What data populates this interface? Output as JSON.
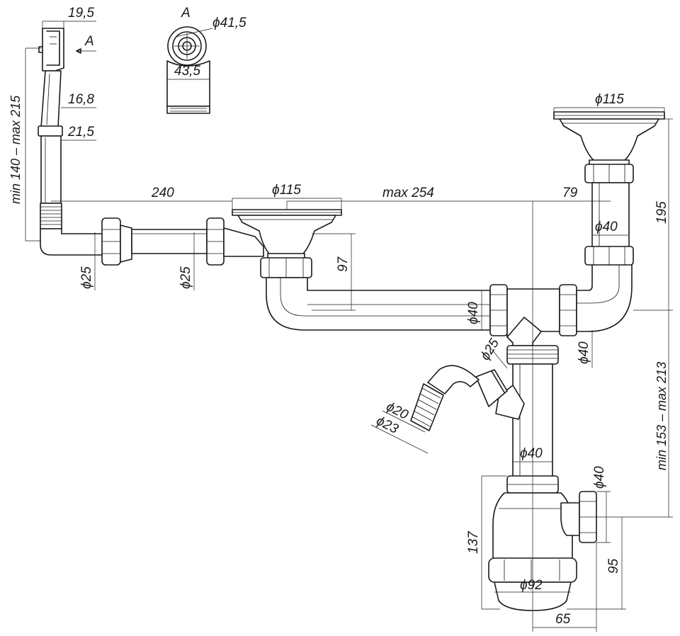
{
  "view_label": "A",
  "dimensions": {
    "overflow_cap_width": "19,5",
    "view_arrow": "A",
    "overflow_range": "min 140 – max 215",
    "overflow_pipe_16": "16,8",
    "overflow_pipe_21": "21,5",
    "detail_outer": "ϕ41,5",
    "detail_inner": "43,5",
    "overflow_run": "240",
    "strainer_left": "ϕ115",
    "strainer_right": "ϕ115",
    "between_sinks": "max 254",
    "right_offset": "79",
    "pipe_right_top": "ϕ40",
    "right_height": "195",
    "left_drop": "97",
    "pipe_left_25": "ϕ25",
    "pipe_mid_25": "ϕ25",
    "horizontal_pipe": "ϕ40",
    "tee_right": "ϕ40",
    "hose_branch": "ϕ25",
    "trap_range": "min 153 – max 213",
    "hose_20": "ϕ20",
    "hose_23": "ϕ23",
    "trap_pipe": "ϕ40",
    "outlet": "ϕ40",
    "trap_height": "137",
    "outlet_height": "95",
    "bottle": "ϕ92",
    "offset_65": "65"
  }
}
